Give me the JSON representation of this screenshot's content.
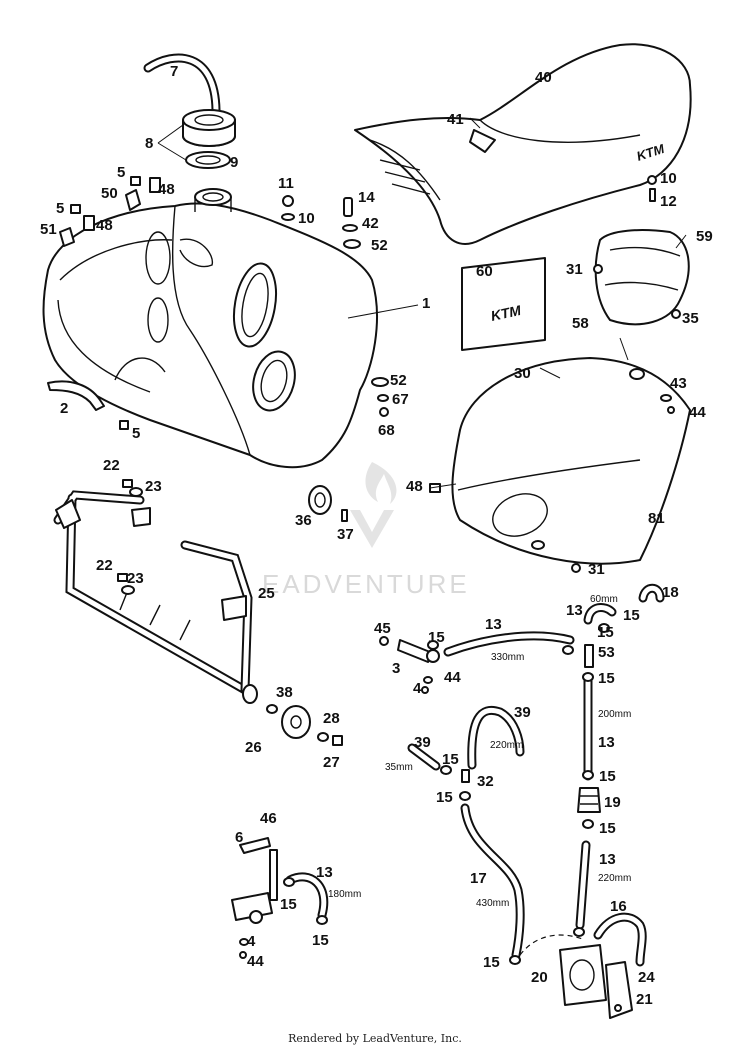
{
  "footer": "Rendered by LeadVenture, Inc.",
  "watermark": "EADVENTURE",
  "logo_text": "KTM",
  "callouts": [
    {
      "id": "c7",
      "label": "7"
    },
    {
      "id": "c40",
      "label": "40"
    },
    {
      "id": "c41",
      "label": "41"
    },
    {
      "id": "c8",
      "label": "8"
    },
    {
      "id": "c9",
      "label": "9"
    },
    {
      "id": "c5a",
      "label": "5"
    },
    {
      "id": "c50",
      "label": "50"
    },
    {
      "id": "c48a",
      "label": "48"
    },
    {
      "id": "c11",
      "label": "11"
    },
    {
      "id": "c14",
      "label": "14"
    },
    {
      "id": "c10a",
      "label": "10"
    },
    {
      "id": "c12",
      "label": "12"
    },
    {
      "id": "c5b",
      "label": "5"
    },
    {
      "id": "c51",
      "label": "51"
    },
    {
      "id": "c48b",
      "label": "48"
    },
    {
      "id": "c10b",
      "label": "10"
    },
    {
      "id": "c42",
      "label": "42"
    },
    {
      "id": "c52a",
      "label": "52"
    },
    {
      "id": "c59",
      "label": "59"
    },
    {
      "id": "c60",
      "label": "60"
    },
    {
      "id": "c31a",
      "label": "31"
    },
    {
      "id": "c1",
      "label": "1"
    },
    {
      "id": "c35",
      "label": "35"
    },
    {
      "id": "c58",
      "label": "58"
    },
    {
      "id": "c30",
      "label": "30"
    },
    {
      "id": "c52b",
      "label": "52"
    },
    {
      "id": "c43",
      "label": "43"
    },
    {
      "id": "c2",
      "label": "2"
    },
    {
      "id": "c67",
      "label": "67"
    },
    {
      "id": "c44a",
      "label": "44"
    },
    {
      "id": "c5c",
      "label": "5"
    },
    {
      "id": "c68",
      "label": "68"
    },
    {
      "id": "c22a",
      "label": "22"
    },
    {
      "id": "c23a",
      "label": "23"
    },
    {
      "id": "c48c",
      "label": "48"
    },
    {
      "id": "c36",
      "label": "36"
    },
    {
      "id": "c81",
      "label": "81"
    },
    {
      "id": "c37",
      "label": "37"
    },
    {
      "id": "c22b",
      "label": "22"
    },
    {
      "id": "c23b",
      "label": "23"
    },
    {
      "id": "c31b",
      "label": "31"
    },
    {
      "id": "c25",
      "label": "25"
    },
    {
      "id": "c18",
      "label": "18"
    },
    {
      "id": "c13a",
      "label": "13"
    },
    {
      "id": "c15a",
      "label": "15"
    },
    {
      "id": "c45",
      "label": "45"
    },
    {
      "id": "c13b",
      "label": "13"
    },
    {
      "id": "c15b",
      "label": "15"
    },
    {
      "id": "c3",
      "label": "3"
    },
    {
      "id": "c15c",
      "label": "15"
    },
    {
      "id": "c53",
      "label": "53"
    },
    {
      "id": "c4a",
      "label": "4"
    },
    {
      "id": "c44b",
      "label": "44"
    },
    {
      "id": "c15d",
      "label": "15"
    },
    {
      "id": "c38",
      "label": "38"
    },
    {
      "id": "c28",
      "label": "28"
    },
    {
      "id": "c39a",
      "label": "39"
    },
    {
      "id": "c26",
      "label": "26"
    },
    {
      "id": "c27",
      "label": "27"
    },
    {
      "id": "c39b",
      "label": "39"
    },
    {
      "id": "c13c",
      "label": "13"
    },
    {
      "id": "c15e",
      "label": "15"
    },
    {
      "id": "c32",
      "label": "32"
    },
    {
      "id": "c15f",
      "label": "15"
    },
    {
      "id": "c15g",
      "label": "15"
    },
    {
      "id": "c19",
      "label": "19"
    },
    {
      "id": "c15h",
      "label": "15"
    },
    {
      "id": "c46",
      "label": "46"
    },
    {
      "id": "c6",
      "label": "6"
    },
    {
      "id": "c13d",
      "label": "13"
    },
    {
      "id": "c17",
      "label": "17"
    },
    {
      "id": "c13e",
      "label": "13"
    },
    {
      "id": "c15i",
      "label": "15"
    },
    {
      "id": "c16",
      "label": "16"
    },
    {
      "id": "c15j",
      "label": "15"
    },
    {
      "id": "c4b",
      "label": "4"
    },
    {
      "id": "c44c",
      "label": "44"
    },
    {
      "id": "c15k",
      "label": "15"
    },
    {
      "id": "c20",
      "label": "20"
    },
    {
      "id": "c24",
      "label": "24"
    },
    {
      "id": "c21",
      "label": "21"
    }
  ],
  "dimensions": [
    {
      "id": "d60",
      "label": "60mm"
    },
    {
      "id": "d330",
      "label": "330mm"
    },
    {
      "id": "d200",
      "label": "200mm"
    },
    {
      "id": "d220a",
      "label": "220mm"
    },
    {
      "id": "d35",
      "label": "35mm"
    },
    {
      "id": "d220b",
      "label": "220mm"
    },
    {
      "id": "d180",
      "label": "180mm"
    },
    {
      "id": "d430",
      "label": "430mm"
    }
  ]
}
